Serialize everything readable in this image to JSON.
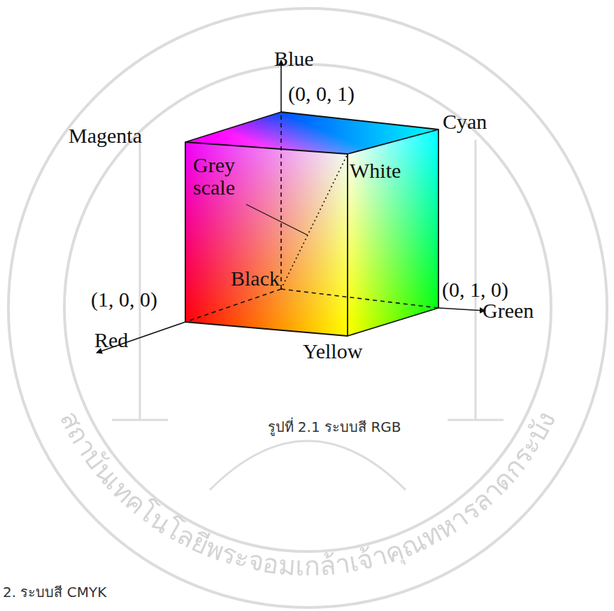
{
  "diagram": {
    "caption": "รูปที่ 2.1 ระบบสี RGB",
    "labels": [
      "Blue",
      "(0, 0, 1)",
      "Magenta",
      "Cyan",
      "White",
      "Grey scale",
      "Black",
      "(1, 0, 0)",
      "(0, 1, 0)",
      "Green",
      "Red",
      "Yellow",
      "สถาบันเทคโนโลยีพระจอมเกล้าเจ้าคุณทหารลาดกระบัง",
      "2. ระบบสี CMYK"
    ]
  }
}
